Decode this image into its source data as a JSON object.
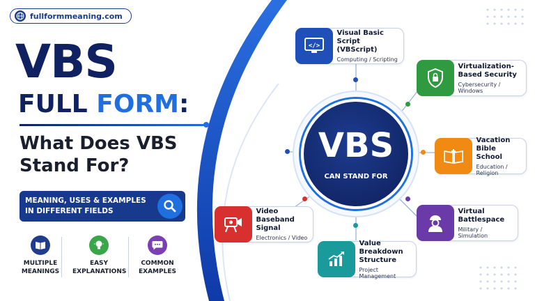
{
  "site": {
    "label": "fullformmeaning.com",
    "icon": "globe-icon"
  },
  "title": {
    "abbr": "VBS",
    "full_form_word": "FULL",
    "full_form_blue": "FORM",
    "full_form_colon": ":",
    "question_line1": "What Does VBS",
    "question_line2": "Stand For?"
  },
  "banner": {
    "line1": "MEANING, USES & EXAMPLES",
    "line2": "IN DIFFERENT FIELDS",
    "icon": "search-icon"
  },
  "features": [
    {
      "line1": "MULTIPLE",
      "line2": "MEANINGS",
      "icon": "book-icon",
      "color": "#1f3c8f"
    },
    {
      "line1": "EASY",
      "line2": "EXPLANATIONS",
      "icon": "lightbulb-icon",
      "color": "#3aa64a"
    },
    {
      "line1": "COMMON",
      "line2": "EXAMPLES",
      "icon": "chat-icon",
      "color": "#7a3fb3"
    }
  ],
  "center": {
    "abbr": "VBS",
    "subtitle": "CAN STAND FOR"
  },
  "cards": [
    {
      "title1": "Visual Basic Script",
      "title2": "(VBScript)",
      "sub": "Computing / Scripting",
      "icon": "code-monitor-icon",
      "color": "#1f4fb8"
    },
    {
      "title1": "Virtualization-",
      "title2": "Based Security",
      "sub": "Cybersecurity / Windows",
      "icon": "shield-lock-icon",
      "color": "#2f9a3f"
    },
    {
      "title1": "Vacation",
      "title2": "Bible School",
      "sub": "Education / Religion",
      "icon": "bible-icon",
      "color": "#f08a12"
    },
    {
      "title1": "Virtual",
      "title2": "Battlespace",
      "sub": "Military / Simulation",
      "icon": "soldier-icon",
      "color": "#6a3aa8"
    },
    {
      "title1": "Value Breakdown",
      "title2": "Structure",
      "sub": "Project Management",
      "icon": "chart-growth-icon",
      "color": "#1a9a9a"
    },
    {
      "title1": "Video",
      "title2": "Baseband Signal",
      "sub": "Electronics / Video",
      "icon": "video-camera-icon",
      "color": "#d8302f"
    }
  ]
}
